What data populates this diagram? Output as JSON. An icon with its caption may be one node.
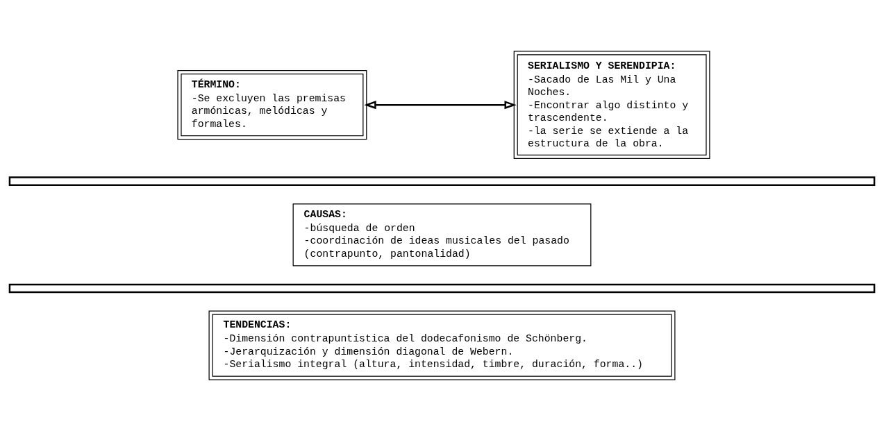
{
  "diagram": {
    "nodes": [
      {
        "text": [
          "TÉRMINO:",
          "-Se excluyen las premisas armónicas, melódicas y formales."
        ]
      },
      {
        "text": [
          "SERIALISMO Y SERENDIPIA:",
          "-Sacado de Las Mil y Una Noches.",
          "-Encontrar algo distinto y trascendente.",
          "-la serie se extiende a la estructura de la obra."
        ]
      },
      {
        "text": [],
        "shape": "bar"
      },
      {
        "text": [
          "CAUSAS:",
          "-búsqueda de orden",
          "-coordinación de ideas musicales del pasado (contrapunto, pantonalidad)"
        ]
      },
      {
        "text": [],
        "shape": "bar"
      },
      {
        "text": [
          "TENDENCIAS:",
          "-Dimensión contrapuntística del dodecafonismo de Schönberg.",
          "-Jerarquización y dimensión diagonal de Webern.",
          "-Serialismo integral (altura, intensidad, timbre, duración, forma..)"
        ]
      }
    ],
    "edges": [
      {
        "from": 0,
        "to": 1,
        "arrow": "both"
      }
    ]
  }
}
